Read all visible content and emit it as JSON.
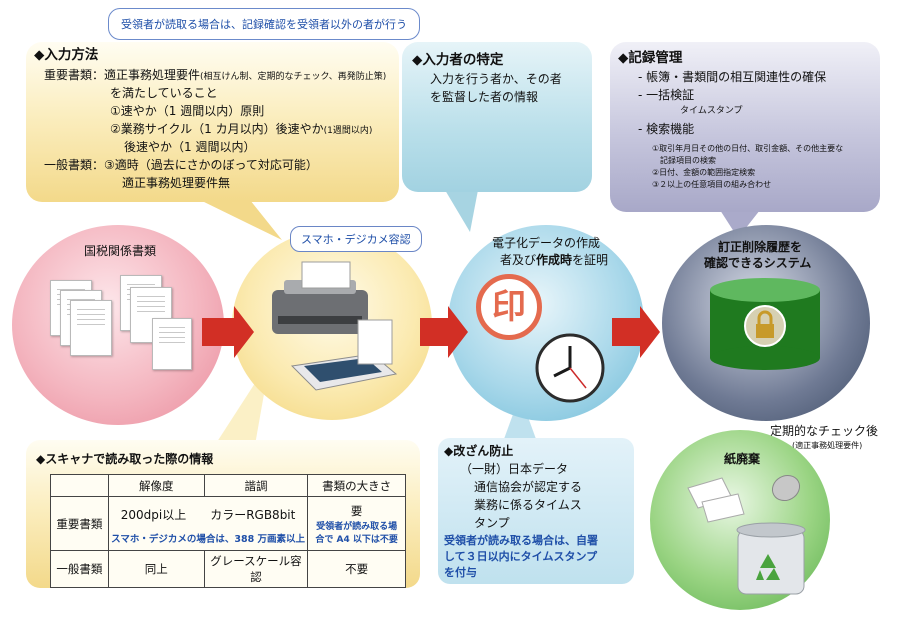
{
  "input_method": {
    "bubble": "受領者が読取る場合は、記録確認を受領者以外の者が行う",
    "title": "◆入力方法",
    "line1": "重要書類：適正事務処理要件",
    "line1_note": "(相互けん制、定期的なチェック、再発防止策)",
    "line2": "を満たしていること",
    "line3": "①速やか（1 週間以内）原則",
    "line4": "②業務サイクル（1 カ月以内）後速やか",
    "line4_note": "(1週間以内)",
    "line5": "後速やか（1 週間以内）",
    "line6": "一般書類：③適時（過去にさかのぼって対応可能）",
    "line7": "適正事務処理要件無"
  },
  "inputter": {
    "title": "◆入力者の特定",
    "line1": "入力を行う者か、その者",
    "line2": "を監督した者の情報"
  },
  "records": {
    "title": "◆記録管理",
    "item1": "- 帳簿・書類間の相互関連性の確保",
    "item2": "- 一括検証",
    "item2_sub": "タイムスタンプ",
    "item3": "- 検索機能",
    "sub1": "①取引年月日その他の日付、取引金額、その他主要な",
    "sub1b": "記録項目の検索",
    "sub2": "②日付、金額の範囲指定検索",
    "sub3": "③２以上の任意項目の組み合わせ"
  },
  "flow": {
    "tax_docs": "国税関係書類",
    "smartphone_tag": "スマホ・デジカメ容認",
    "digital_line1": "電子化データの作成",
    "digital_line2_prefix": "者及び",
    "digital_line2_bold": "作成時",
    "digital_line2_suffix": "を証明",
    "stamp_char": "印",
    "system_line1": "訂正削除履歴を",
    "system_line2": "確認できるシステム"
  },
  "scanner": {
    "title": "◆スキャナで読み取った際の情報",
    "headers": [
      "",
      "解像度",
      "諧調",
      "書類の大きさ"
    ],
    "important_label": "重要書類",
    "important_resolution": "200dpi以上",
    "important_color": "カラーRGB8bit",
    "important_size": "要",
    "important_note": "スマホ・デジカメの場合は、388 万画素以上",
    "important_size_note1": "受領者が読み取る場",
    "important_size_note2": "合で A4 以下は不要",
    "general_label": "一般書類",
    "general_resolution": "同上",
    "general_color": "グレースケール容認",
    "general_size": "不要"
  },
  "tamper": {
    "title": "◆改ざん防止",
    "line1": "（一財）日本データ",
    "line2": "通信協会が認定する",
    "line3": "業務に係るタイムス",
    "line4": "タンプ",
    "blue1": "受領者が読み取る場合は、自署",
    "blue2": "して３日以内にタイムスタンプ",
    "blue3": "を付与"
  },
  "disposal": {
    "check_line1": "定期的なチェック後",
    "check_line2": "(適正事務処理要件)",
    "label": "紙廃棄"
  }
}
